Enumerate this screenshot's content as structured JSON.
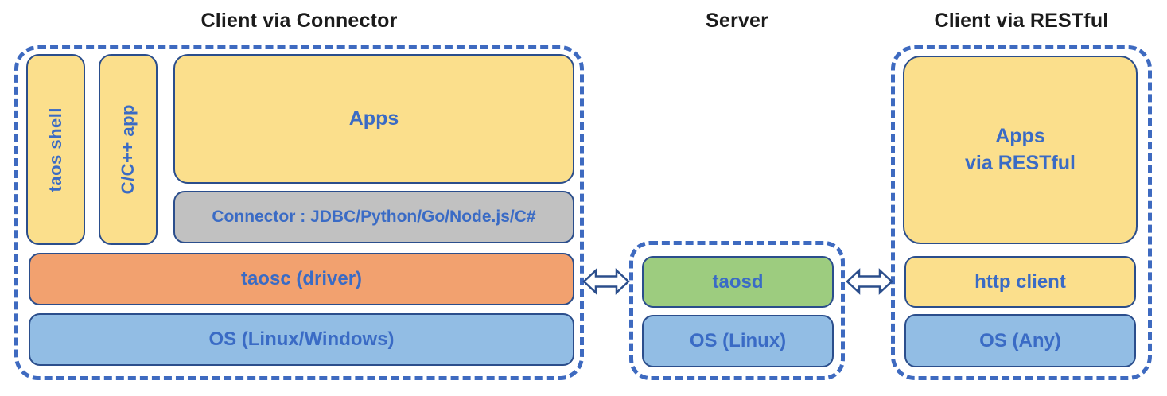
{
  "colors": {
    "dash": "#3e6ac0",
    "navy": "#2b4e8c",
    "text": "#3a6bc5",
    "yellow": "#fbdf8c",
    "orange": "#f2a16f",
    "blue": "#92bde4",
    "green": "#9dcc7f",
    "gray": "#c1c1c1"
  },
  "left": {
    "title": "Client via Connector",
    "taos_shell": "taos shell",
    "cpp_app": "C/C++ app",
    "apps": "Apps",
    "connector": "Connector : JDBC/Python/Go/Node.js/C#",
    "taosc": "taosc (driver)",
    "os": "OS (Linux/Windows)"
  },
  "server": {
    "title": "Server",
    "taosd": "taosd",
    "os": "OS (Linux)"
  },
  "right": {
    "title": "Client via RESTful",
    "apps_line1": "Apps",
    "apps_line2": "via RESTful",
    "http_client": "http client",
    "os": "OS (Any)"
  },
  "icons": {
    "left_arrow": "double-arrow",
    "right_arrow": "double-arrow"
  }
}
